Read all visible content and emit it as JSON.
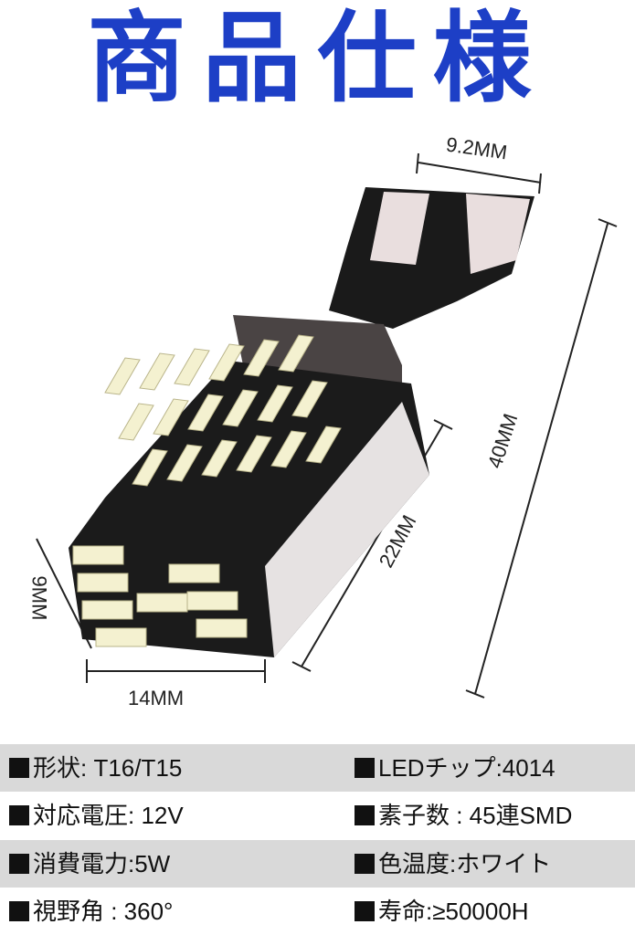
{
  "title": "商品仕様",
  "colors": {
    "title": "#1d3fc6",
    "row_gray": "#d9d9d9",
    "bulb_body": "#1a1a1a",
    "led": "#f4f1d0"
  },
  "dimensions": {
    "top_width": "9.2MM",
    "total_length": "40MM",
    "led_length": "22MM",
    "height": "9MM",
    "width": "14MM"
  },
  "specs": [
    {
      "left": "形状: T16/T15",
      "right": "LEDチップ:4014"
    },
    {
      "left": "対応電圧: 12V",
      "right": "素子数 : 45連SMD"
    },
    {
      "left": "消費電力:5W",
      "right": "色温度:ホワイト"
    },
    {
      "left": "視野角 : 360°",
      "right": "寿命:≥50000H"
    }
  ]
}
